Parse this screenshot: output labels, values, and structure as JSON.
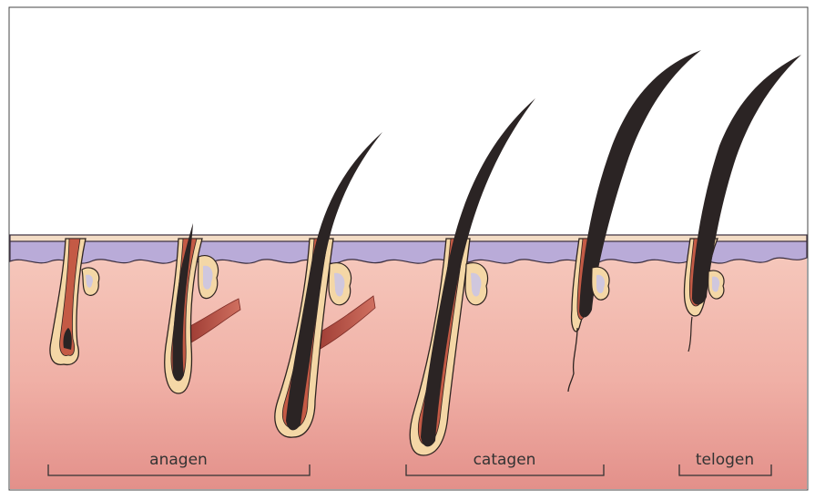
{
  "labels": {
    "anagen": "anagen",
    "catagen": "catagen",
    "telogen": "telogen"
  },
  "colors": {
    "skin_surface": "#f3dcc5",
    "epidermis": "#b7a8d6",
    "dermis_top": "#f3bdb2",
    "dermis_bottom": "#e48f88",
    "follicle_sheath": "#f4d7a6",
    "follicle_inner": "#c45a45",
    "hair": "#2b2424",
    "muscle": "#b5483e",
    "gland": "#cfc7de",
    "label_text": "#333333"
  }
}
